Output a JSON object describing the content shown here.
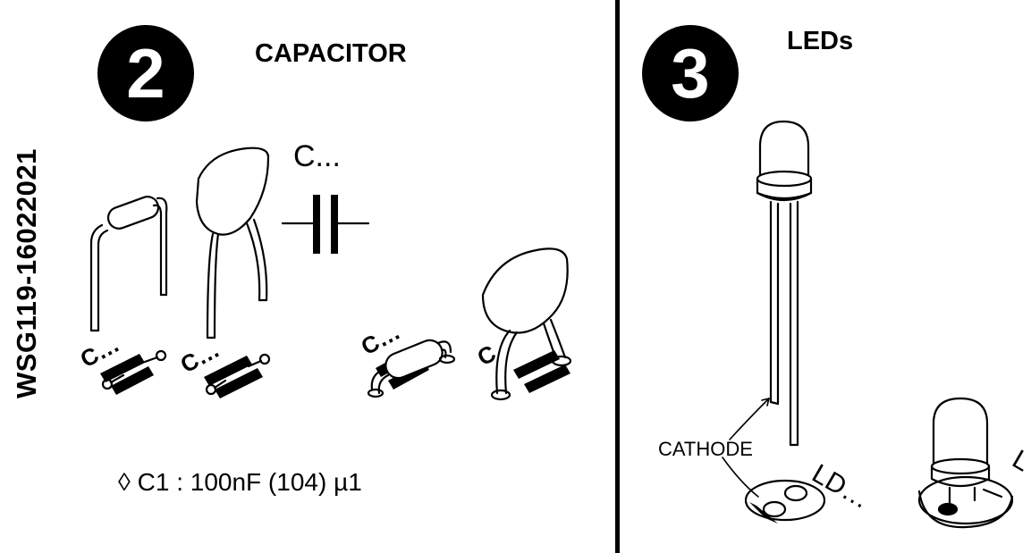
{
  "side_code": "WSG119-16022021",
  "left_panel": {
    "step_number": "2",
    "title": "CAPACITOR",
    "symbol_label": "C...",
    "pcb_labels": [
      "C...",
      "C...",
      "C...",
      "C..."
    ],
    "note": "C1 : 100nF (104) µ1",
    "note_marker": "◊"
  },
  "right_panel": {
    "step_number": "3",
    "title": "LEDs",
    "cathode_label": "CATHODE",
    "pcb_labels": [
      "LD...",
      "L"
    ]
  },
  "colors": {
    "ink": "#000000",
    "paper": "#ffffff"
  }
}
